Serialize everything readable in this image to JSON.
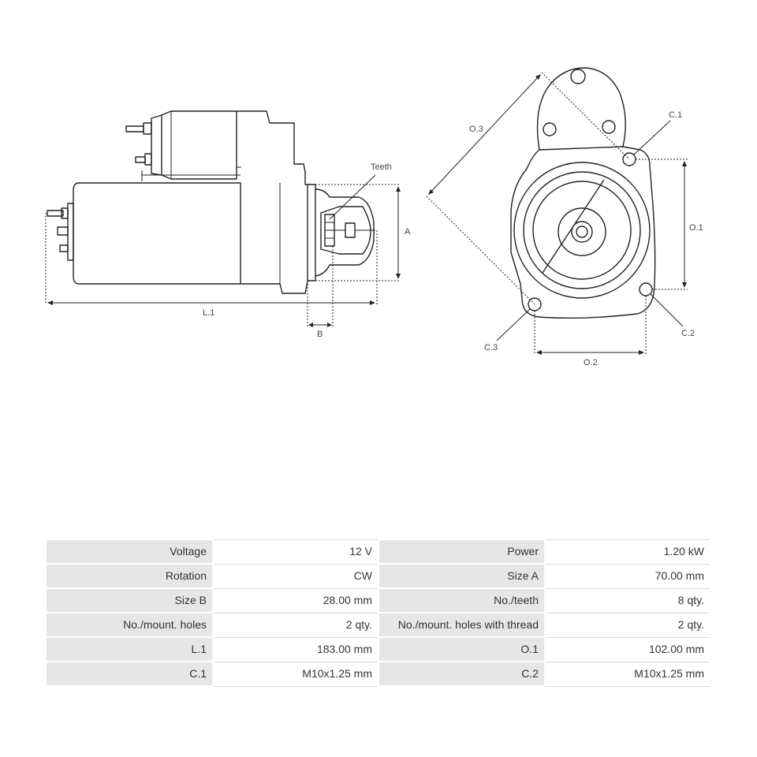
{
  "drawing": {
    "labels": {
      "teeth": "Teeth",
      "a": "A",
      "b": "B",
      "l1": "L.1",
      "o1": "O.1",
      "o2": "O.2",
      "o3": "O.3",
      "c1": "C.1",
      "c2": "C.2",
      "c3": "C.3"
    }
  },
  "specs": {
    "rows": [
      {
        "k1": "Voltage",
        "v1": "12 V",
        "k2": "Power",
        "v2": "1.20 kW"
      },
      {
        "k1": "Rotation",
        "v1": "CW",
        "k2": "Size A",
        "v2": "70.00 mm"
      },
      {
        "k1": "Size B",
        "v1": "28.00 mm",
        "k2": "No./teeth",
        "v2": "8 qty."
      },
      {
        "k1": "No./mount. holes",
        "v1": "2 qty.",
        "k2": "No./mount. holes with thread",
        "v2": "2 qty."
      },
      {
        "k1": "L.1",
        "v1": "183.00 mm",
        "k2": "O.1",
        "v2": "102.00 mm"
      },
      {
        "k1": "C.1",
        "v1": "M10x1.25 mm",
        "k2": "C.2",
        "v2": "M10x1.25 mm"
      }
    ]
  }
}
